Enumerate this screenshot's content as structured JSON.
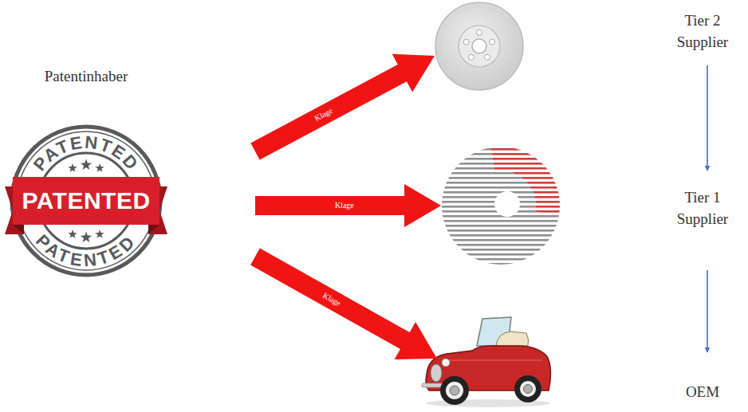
{
  "diagram": {
    "nodes": [
      {
        "text": [
          "Patentinhaber"
        ]
      },
      {
        "text": [
          "Tier 2 Supplier"
        ]
      },
      {
        "text": [
          "Tier 1 Supplier"
        ]
      },
      {
        "text": [
          "OEM"
        ]
      }
    ],
    "edges": [
      {
        "from": 0,
        "to": 1,
        "arrow": "to",
        "label": "Klage"
      },
      {
        "from": 0,
        "to": 2,
        "arrow": "to",
        "label": "Klage"
      },
      {
        "from": 0,
        "to": 3,
        "arrow": "to",
        "label": "Klage"
      },
      {
        "from": 1,
        "to": 2,
        "arrow": "to"
      },
      {
        "from": 2,
        "to": 3,
        "arrow": "to"
      }
    ],
    "labels": [
      "PATENTED",
      "PATENTED",
      "PATENTED"
    ]
  }
}
